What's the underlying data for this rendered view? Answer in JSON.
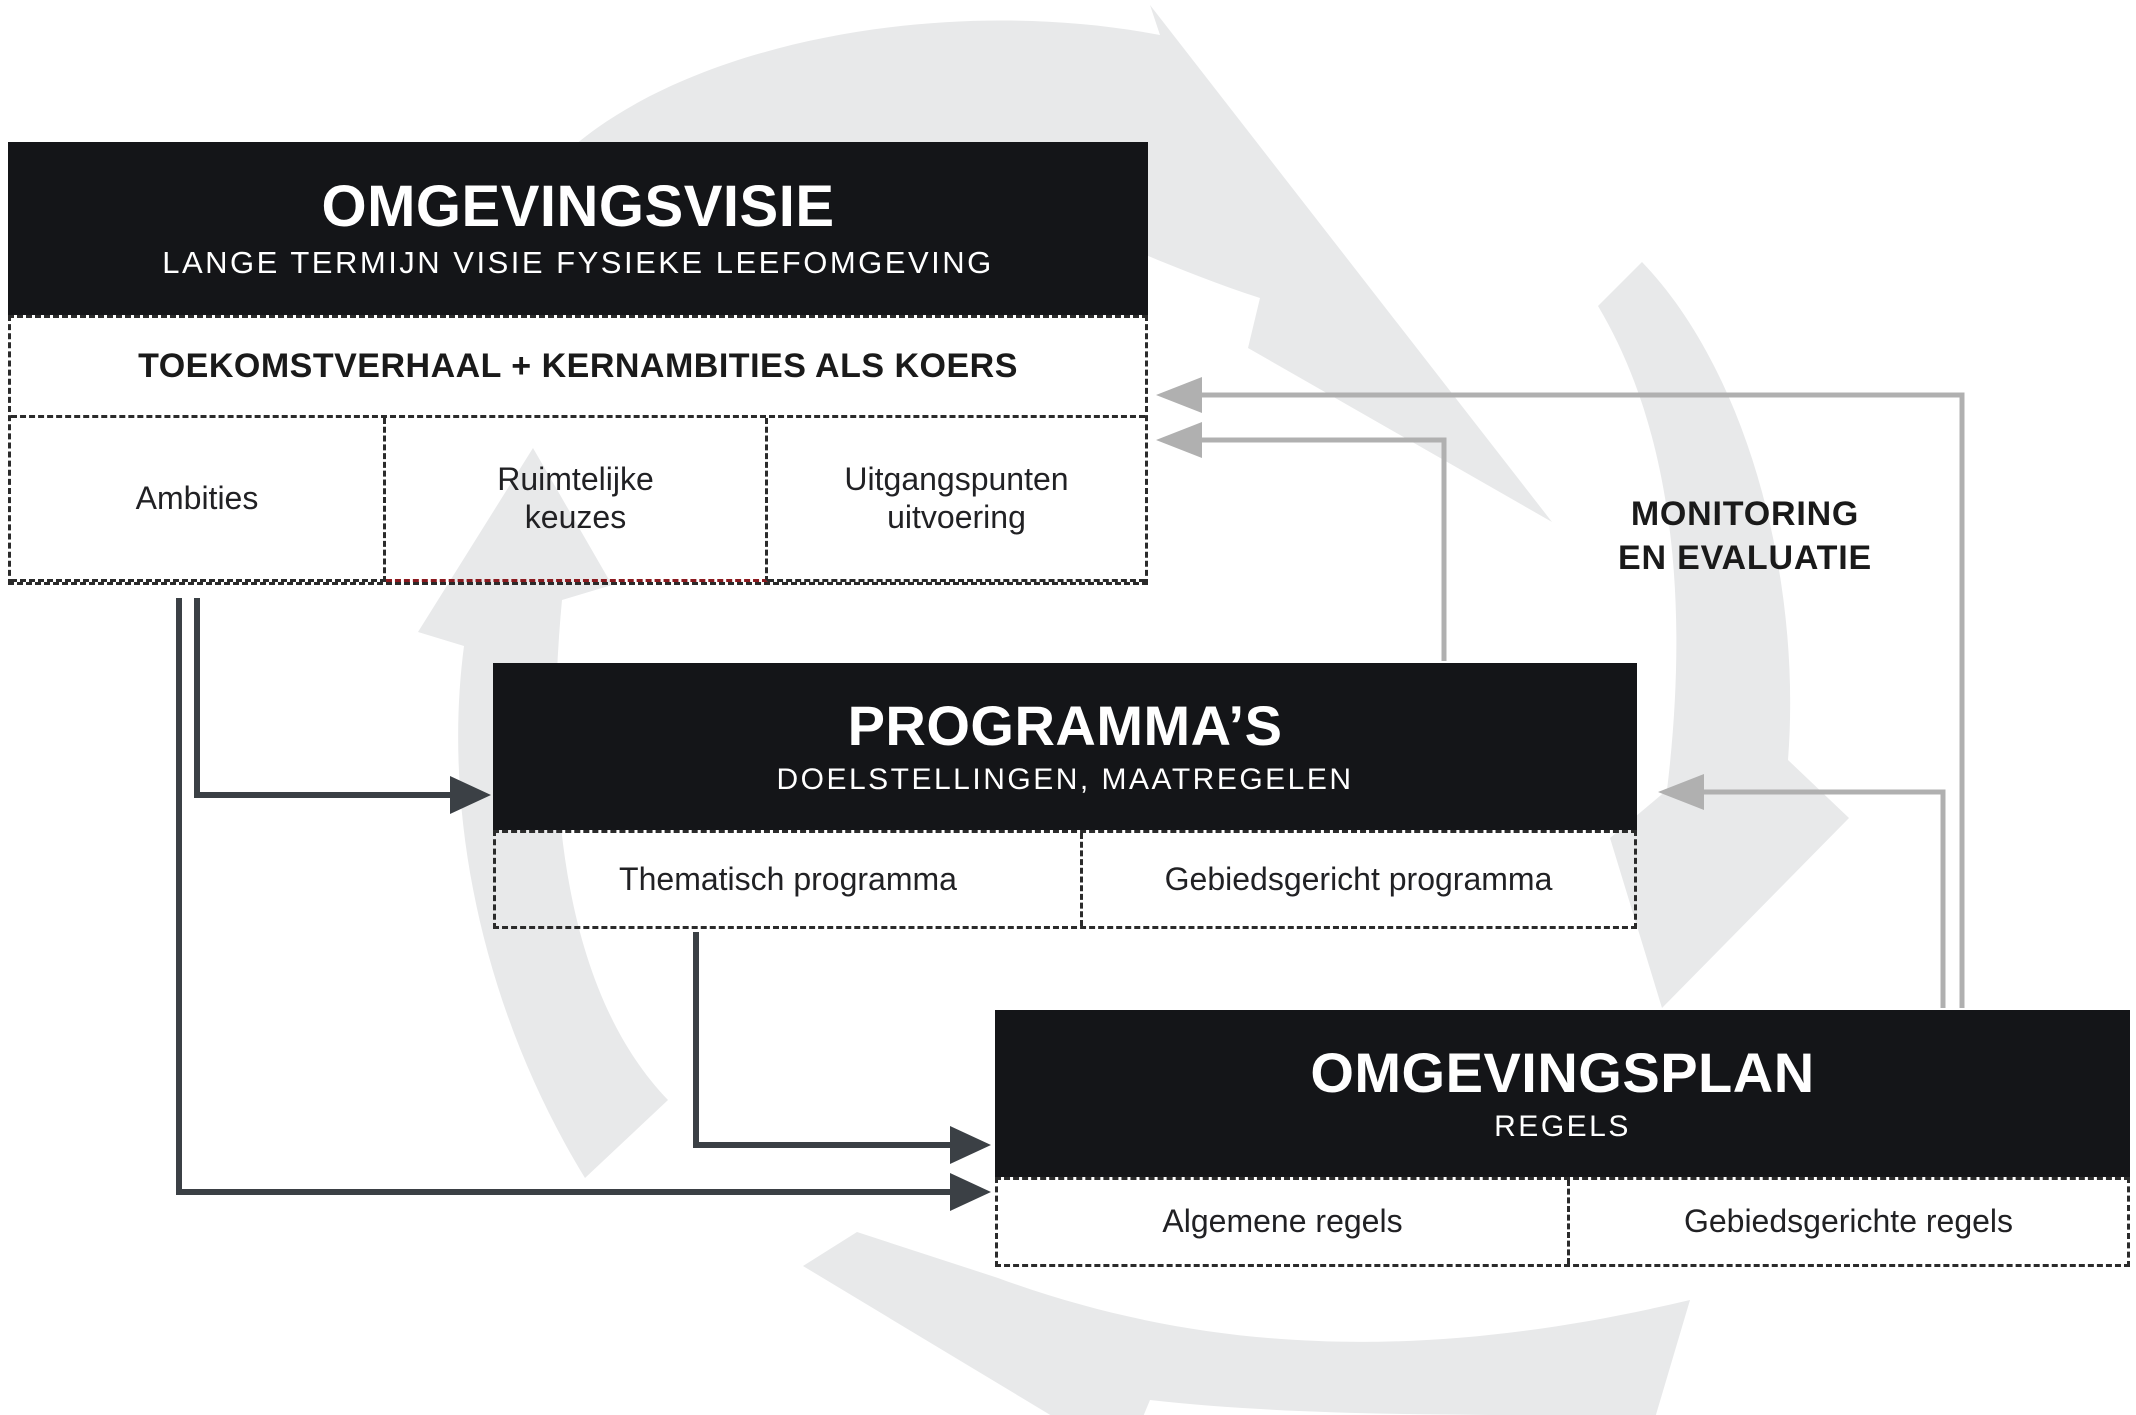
{
  "boxes": {
    "omgevingsvisie": {
      "title": "OMGEVINGSVISIE",
      "subtitle": "LANGE TERMIJN VISIE FYSIEKE LEEFOMGEVING",
      "koers": "TOEKOMSTVERHAAL + KERNAMBITIES ALS KOERS",
      "cells": [
        "Ambities",
        "Ruimtelijke\nkeuzes",
        "Uitgangspunten\nuitvoering"
      ]
    },
    "programmas": {
      "title": "PROGRAMMA’S",
      "subtitle": "DOELSTELLINGEN, MAATREGELEN",
      "cells": [
        "Thematisch programma",
        "Gebiedsgericht programma"
      ]
    },
    "omgevingsplan": {
      "title": "OMGEVINGSPLAN",
      "subtitle": "REGELS",
      "cells": [
        "Algemene regels",
        "Gebiedsgerichte regels"
      ]
    }
  },
  "monitoring_label": "MONITORING\nEN EVALUATIE",
  "colors": {
    "box_black": "#141518",
    "dash_border": "#2b2b2b",
    "accent_red_dash": "#8b1a1f",
    "arrow_dark": "#3b4045",
    "arrow_gray": "#b0b0b0",
    "watermark_gray": "#e8e9ea",
    "text_dark": "#1a1a1a",
    "text_white": "#ffffff"
  },
  "icons": {
    "watermark": [
      "cycle-arrow-top",
      "cycle-arrow-right",
      "cycle-arrow-bottom",
      "cycle-arrow-left"
    ],
    "connectors": [
      "arrow-ambities-to-programmas",
      "arrow-ambities-to-omgevingsplan",
      "arrow-programma-to-omgevingsplan",
      "arrow-omgevingsplan-to-omgevingsvisie",
      "arrow-programmas-to-omgevingsvisie",
      "arrow-omgevingsplan-to-programmas"
    ]
  }
}
